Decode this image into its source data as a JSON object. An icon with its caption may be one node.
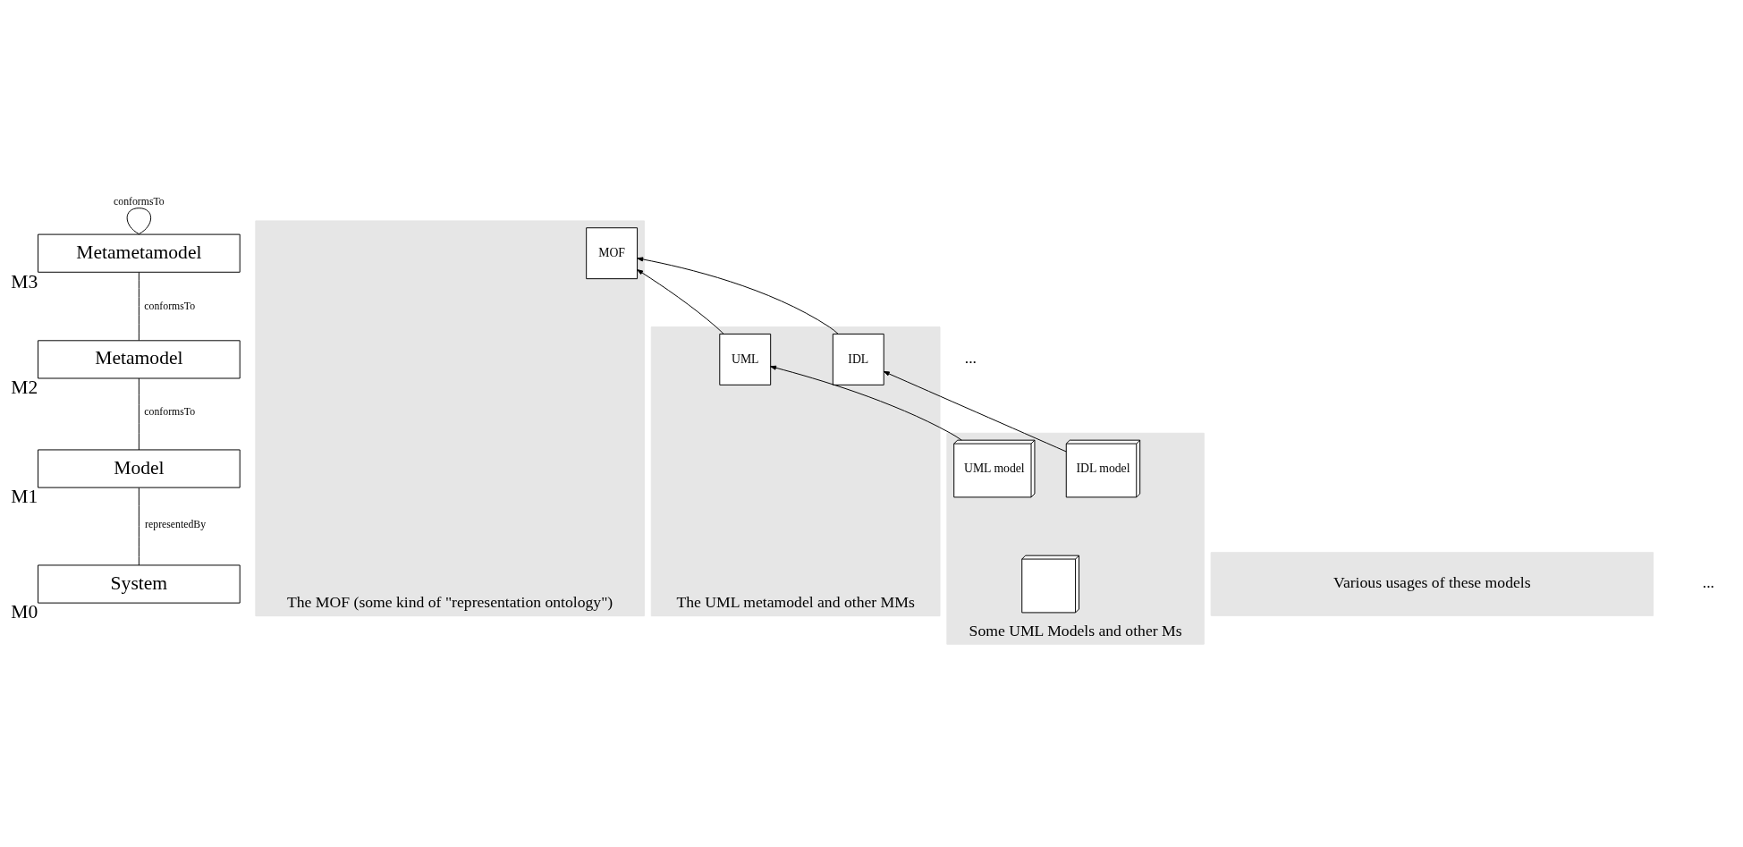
{
  "diagram": {
    "nodes": [
      {
        "text": [
          "Metametamodel"
        ],
        "beside": [
          "M3"
        ]
      },
      {
        "text": [
          "Metamodel"
        ],
        "beside": [
          "M2"
        ]
      },
      {
        "text": [
          "Model"
        ],
        "beside": [
          "M1"
        ]
      },
      {
        "text": [
          "System"
        ],
        "beside": [
          "M0"
        ]
      },
      {
        "text": [
          "The MOF (some kind of \"representation ontology\")"
        ]
      },
      {
        "text": [
          "MOF"
        ],
        "in": 4
      },
      {
        "text": [
          "The UML metamodel and other MMs"
        ]
      },
      {
        "text": [
          "UML"
        ],
        "in": 6
      },
      {
        "text": [
          "IDL"
        ],
        "in": 6
      },
      {
        "text": [
          "Some UML Models and other Ms"
        ]
      },
      {
        "text": [
          "UML model"
        ],
        "in": 9
      },
      {
        "text": [
          "IDL model"
        ],
        "in": 9
      },
      {
        "text": [],
        "shape": "box",
        "in": 9
      },
      {
        "text": [
          "Various usages of these models"
        ]
      }
    ],
    "edges": [
      {
        "from": 0,
        "to": 0,
        "arrow": "none",
        "label": "conformsTo"
      },
      {
        "from": 1,
        "to": 0,
        "arrow": "none",
        "label": "conformsTo"
      },
      {
        "from": 2,
        "to": 1,
        "arrow": "none",
        "label": "conformsTo"
      },
      {
        "from": 3,
        "to": 2,
        "arrow": "none",
        "label": "representedBy"
      },
      {
        "from": 7,
        "to": 5,
        "arrow": "to"
      },
      {
        "from": 8,
        "to": 5,
        "arrow": "to"
      },
      {
        "from": 10,
        "to": 7,
        "arrow": "to"
      },
      {
        "from": 11,
        "to": 8,
        "arrow": "to"
      }
    ],
    "labels": [
      "...",
      "..."
    ]
  }
}
